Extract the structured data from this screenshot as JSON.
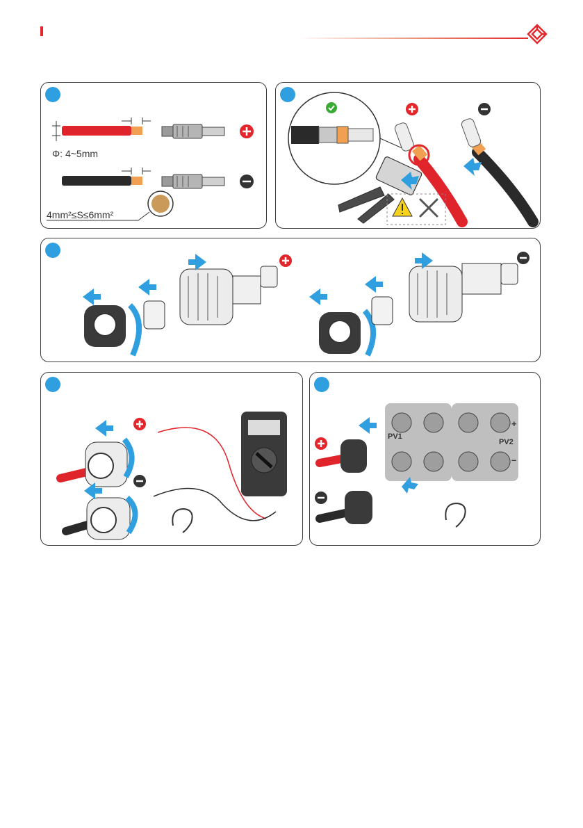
{
  "labels": {
    "diameter": "Φ: 4~5mm",
    "cross_section": "4mm²≤S≤6mm²",
    "pv1": "PV1",
    "pv2": "PV2",
    "plus": "+",
    "minus": "–"
  },
  "colors": {
    "accent_red": "#e3262b",
    "step_blue": "#2f9fe0",
    "cable_red": "#e0242b",
    "cable_black": "#2a2a2a",
    "conductor_orange": "#f0a050",
    "ok_green": "#3aaa35",
    "warn_yellow": "#f6d21a",
    "panel_gray": "#bfbfbf"
  },
  "icons": [
    "plus-circle-icon",
    "minus-circle-icon",
    "check-circle-icon",
    "warning-icon",
    "tools-icon",
    "ear-icon",
    "arrow-icon",
    "logo-icon"
  ]
}
